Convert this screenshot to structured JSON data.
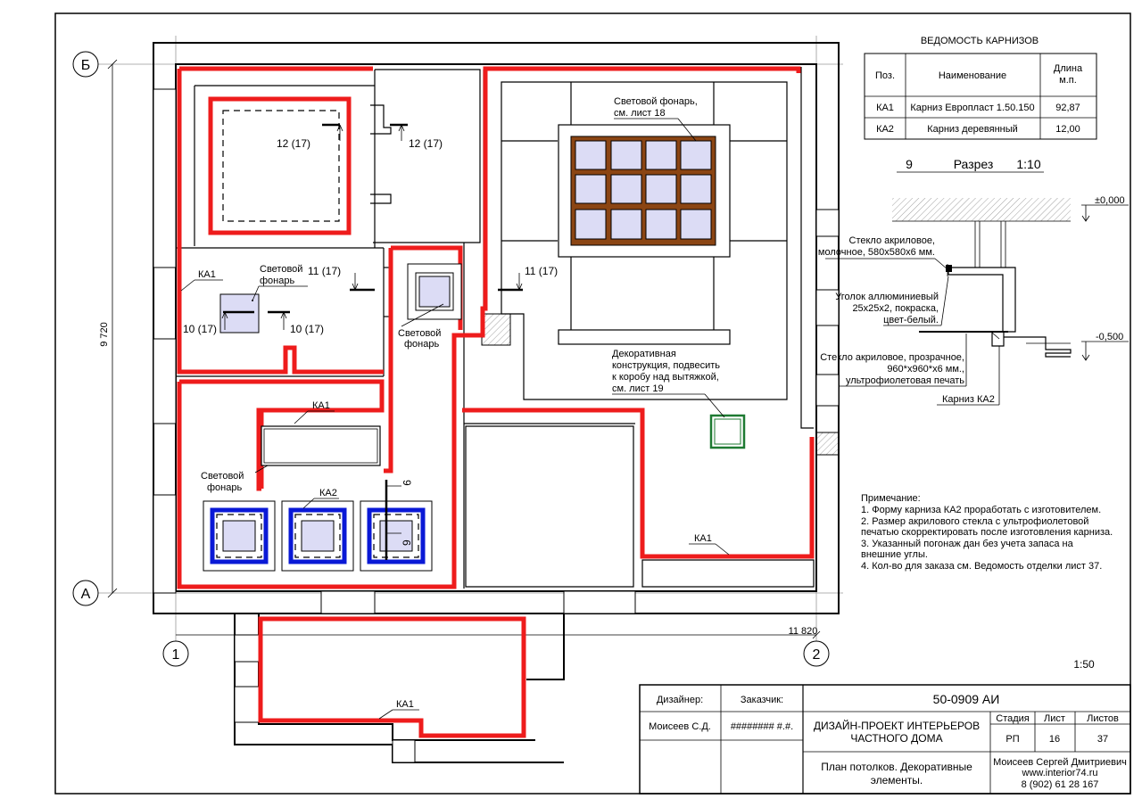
{
  "sheet": {
    "axes": {
      "b": "Б",
      "a": "А",
      "one": "1",
      "two": "2"
    },
    "dims": {
      "height": "9 720",
      "width": "11 820"
    },
    "scale": "1:50"
  },
  "plan": {
    "section_marks": {
      "m12a": "12 (17)",
      "m12b": "12 (17)",
      "m11a": "11 (17)",
      "m11b": "11 (17)",
      "m10a": "10 (17)",
      "m10b": "10 (17)",
      "m9a": "9",
      "m9b": "9"
    },
    "tags": {
      "ka1": "КА1",
      "ka2": "КА2"
    },
    "labels": {
      "skylight_small_1": "Световой",
      "skylight_small_2": "фонарь",
      "skylight_right_1": "Световой фонарь,",
      "skylight_right_2": "см. лист 18",
      "deco_1": "Декоративная",
      "deco_2": "конструкция, подвесить",
      "deco_3": "к коробу над вытяжкой,",
      "deco_4": "см. лист 19"
    }
  },
  "cornice_table": {
    "title": "ВЕДОМОСТЬ КАРНИЗОВ",
    "headers": {
      "pos": "Поз.",
      "name": "Наименование",
      "len1": "Длина",
      "len2": "м.п."
    },
    "rows": [
      {
        "pos": "КА1",
        "name": "Карниз Европласт 1.50.150",
        "len": "92,87"
      },
      {
        "pos": "КА2",
        "name": "Карниз деревянный",
        "len": "12,00"
      }
    ]
  },
  "section": {
    "num": "9",
    "title": "Разрез",
    "scale": "1:10",
    "level_top": "±0,000",
    "level_bottom": "-0,500",
    "callouts": {
      "c1a": "Стекло акриловое,",
      "c1b": "молочное, 580x580x6 мм.",
      "c2a": "Уголок аллюминиевый",
      "c2b": "25x25x2, покраска,",
      "c2c": "цвет-белый.",
      "c3a": "Стекло акриловое, прозрачное,",
      "c3b": "960*x960*x6 мм.,",
      "c3c": "ультрофиолетовая печать",
      "c4": "Карниз КА2"
    }
  },
  "notes": {
    "title": "Примечание:",
    "lines": [
      "1. Форму карниза КА2 проработать с изготовителем.",
      "2. Размер акрилового стекла с ультрофиолетовой",
      "печатью скорректировать после изготовления карниза.",
      "3. Указанный погонаж дан без учета запаса на",
      "внешние углы.",
      "4. Кол-во для заказа см. Ведомость отделки лист  37."
    ]
  },
  "title_block": {
    "designer_label": "Дизайнер:",
    "client_label": "Заказчик:",
    "designer_name": "Моисеев С.Д.",
    "client_name": "######## #.#.",
    "code": "50-0909 АИ",
    "project_1": "ДИЗАЙН-ПРОЕКТ ИНТЕРЬЕРОВ",
    "project_2": "ЧАСТНОГО ДОМА",
    "stage_label": "Стадия",
    "sheet_label": "Лист",
    "sheets_label": "Листов",
    "stage": "РП",
    "sheet": "16",
    "sheets": "37",
    "drawing_1": "План потолков. Декоративные",
    "drawing_2": "элементы.",
    "author": "Моисеев Сергей Дмитриевич",
    "site": "www.interior74.ru",
    "phone": "8 (902) 61 28 167"
  },
  "colors": {
    "cornice_ka1": "#ee1c1c",
    "cornice_ka2": "#0a19d6",
    "frame_brown": "#8b4513",
    "glass": "#dcdcf5",
    "deco_green": "#1e7a32"
  }
}
